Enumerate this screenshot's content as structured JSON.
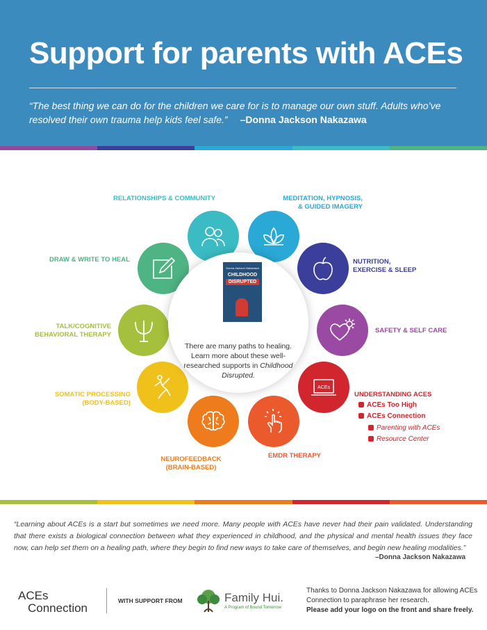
{
  "header": {
    "title": "Support for parents with ACEs",
    "quote": "“The best thing we can do for the children we care for is to manage our own stuff. Adults who’ve resolved their own trauma help kids feel safe.”",
    "quote_author": "–Donna Jackson Nakazawa"
  },
  "supports": {
    "relationships": "RELATIONSHIPS & COMMUNITY",
    "meditation_1": "MEDITATION, HYPNOSIS,",
    "meditation_2": "& GUIDED IMAGERY",
    "nutrition_1": "NUTRITION,",
    "nutrition_2": "EXERCISE & SLEEP",
    "safety": "SAFETY & SELF CARE",
    "understanding": "UNDERSTANDING ACEs",
    "emdr": "EMDR THERAPY",
    "neurofeedback_1": "NEUROFEEDBACK",
    "neurofeedback_2": "(BRAIN-BASED)",
    "somatic_1": "SOMATIC PROCESSING",
    "somatic_2": "(BODY-BASED)",
    "talk_1": "TALK/COGNITIVE",
    "talk_2": "BEHAVIORAL THERAPY",
    "draw": "DRAW & WRITE TO HEAL"
  },
  "links": {
    "aces_too_high": "ACEs Too High",
    "aces_connection": "ACEs Connection",
    "parenting": "Parenting with ACEs",
    "resource_center": "Resource Center"
  },
  "laptop_label": "ACEs",
  "center": {
    "book_author": "Donna Jackson Nakazawa",
    "book_title_1": "CHILDHOOD",
    "book_title_2": "DISRUPTED",
    "text_1": "There are many paths to healing. Learn more about these well-researched supports in",
    "text_italic": "Childhood Disrupted."
  },
  "bottom_quote": {
    "text": "“Learning about ACEs is a start but sometimes we need more. Many people with ACEs have never had their pain validated. Understanding that there exists a biological connection between what they experienced in childhood, and the physical and mental health issues they face now, can help set them on a healing path, where they begin to find new ways to take care of themselves, and begin new healing modalities.”",
    "author": "–Donna Jackson Nakazawa"
  },
  "footer": {
    "logo_aces_1": "ACEs",
    "logo_aces_2": "Connection",
    "with_support": "WITH SUPPORT FROM",
    "family_hui": "Family Hui.",
    "family_hui_sub": "A Program of Bound Tomorrow",
    "thanks": "Thanks to Donna Jackson Nakazawa for allowing ACEs Connection to paraphrase her research.",
    "add_logo": "Please add your logo on the front and share freely."
  },
  "colors": {
    "header_bg": "#3b8bbf",
    "teal": "#3bbcc4",
    "cyan": "#2aa9d6",
    "indigo": "#3b3e9a",
    "purple": "#9b4aa3",
    "red": "#d2262e",
    "orange_red": "#ea5a2d",
    "orange": "#ee7b1c",
    "yellow": "#f0c11a",
    "yellow_green": "#a5c03c",
    "green": "#4fb484"
  }
}
